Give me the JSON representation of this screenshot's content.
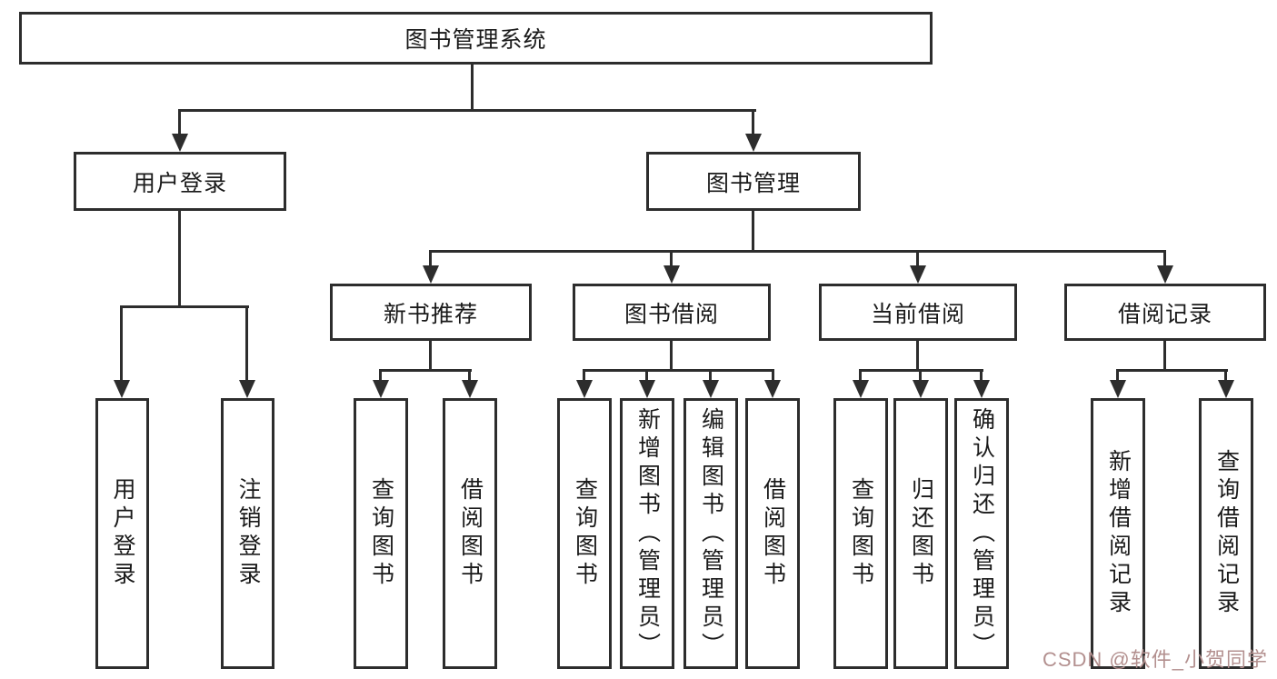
{
  "diagram": {
    "root": {
      "label": "图书管理系统"
    },
    "level2": {
      "user_login": {
        "label": "用户登录"
      },
      "book_management": {
        "label": "图书管理"
      }
    },
    "level3": {
      "new_book_recommend": {
        "label": "新书推荐"
      },
      "book_borrow": {
        "label": "图书借阅"
      },
      "current_borrow": {
        "label": "当前借阅"
      },
      "borrow_records": {
        "label": "借阅记录"
      }
    },
    "leaves": {
      "user_login_action": {
        "label": "用户登录"
      },
      "logout_action": {
        "label": "注销登录"
      },
      "nb_query_books": {
        "label": "查询图书"
      },
      "nb_borrow_books": {
        "label": "借阅图书"
      },
      "bb_query_books": {
        "label": "查询图书"
      },
      "bb_add_books_admin": {
        "label": "新增图书（管理员）"
      },
      "bb_edit_books_admin": {
        "label": "编辑图书（管理员）"
      },
      "bb_borrow_books": {
        "label": "借阅图书"
      },
      "cb_query_books": {
        "label": "查询图书"
      },
      "cb_return_books": {
        "label": "归还图书"
      },
      "cb_confirm_return_admin": {
        "label": "确认归还（管理员）"
      },
      "br_add_record": {
        "label": "新增借阅记录"
      },
      "br_query_record": {
        "label": "查询借阅记录"
      }
    }
  },
  "watermark": {
    "text": "CSDN @软件_小贺同学"
  },
  "colors": {
    "line": "#2d2d2d",
    "text": "#1a1a1a",
    "box_background": "#ffffff",
    "watermark": "#b3908f"
  }
}
